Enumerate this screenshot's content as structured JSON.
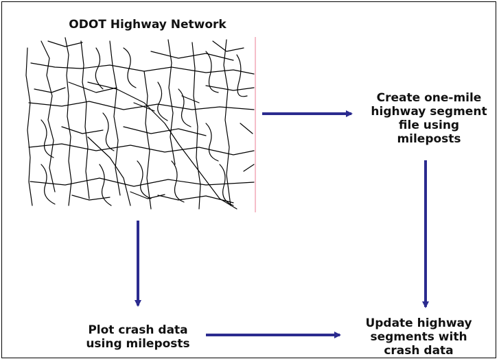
{
  "diagram": {
    "title": "ODOT Highway Network",
    "nodes": {
      "create": "Create one-mile\nhighway segment\nfile using\nmileposts",
      "plot": "Plot crash data\nusing mileposts",
      "update": "Update highway\nsegments with\ncrash data"
    },
    "colors": {
      "arrow": "#2b2b8f",
      "map_border": "#f2a7b7",
      "roads": "#000000"
    }
  }
}
